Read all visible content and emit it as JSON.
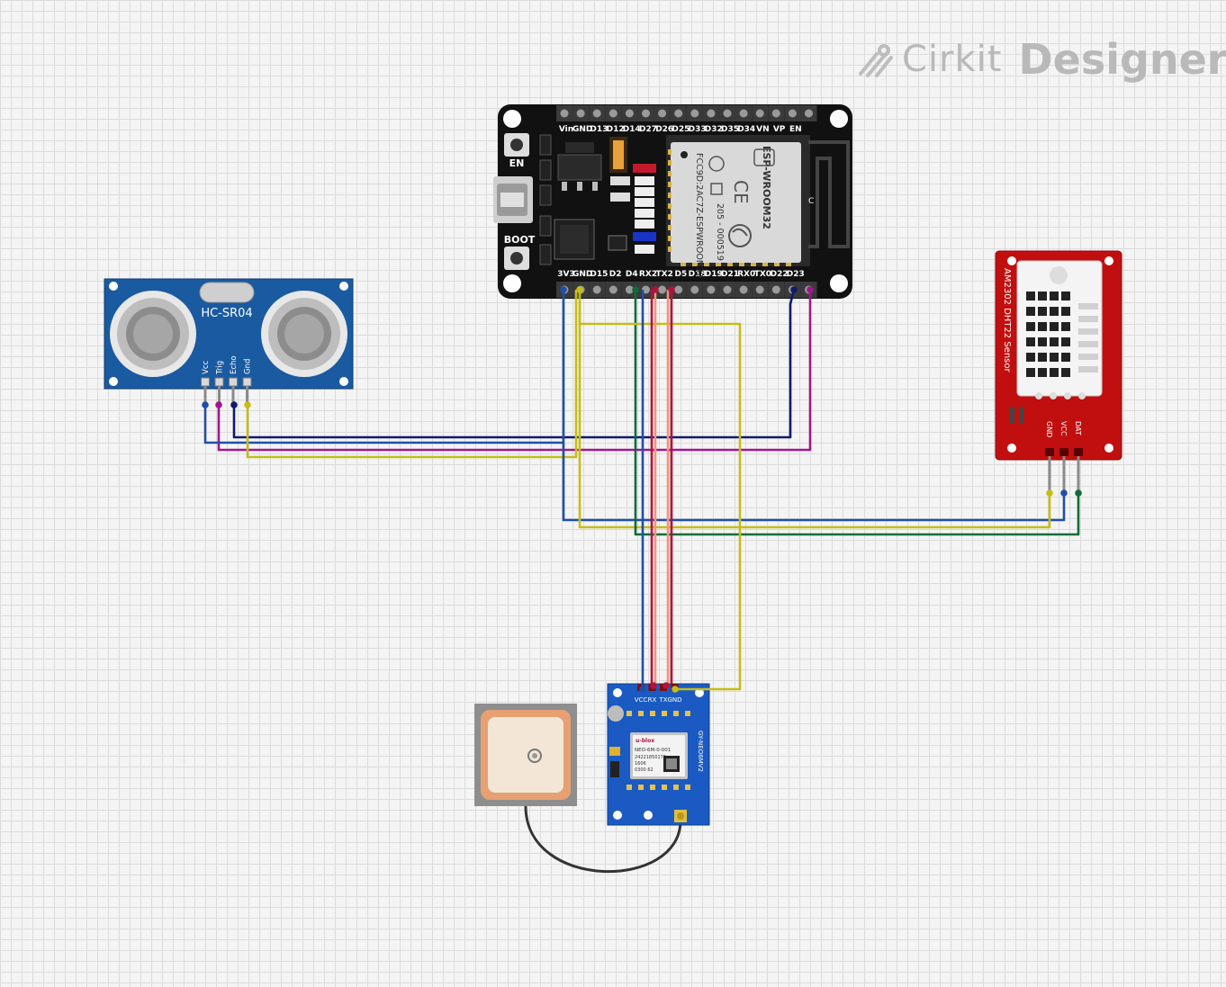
{
  "app": {
    "brand_word1": "Cirkit",
    "brand_word2": "Designer",
    "logo_icon": "cirkit-logo-icon"
  },
  "esp32": {
    "top_pins": [
      "Vin",
      "GND",
      "D13",
      "D12",
      "D14",
      "D27",
      "D26",
      "D25",
      "D33",
      "D32",
      "D35",
      "D34",
      "VN",
      "VP",
      "EN"
    ],
    "bottom_pins": [
      "3V3",
      "GND",
      "D15",
      "D2",
      "D4",
      "RX2",
      "TX2",
      "D5",
      "D18",
      "D19",
      "D21",
      "RX0",
      "TX0",
      "D22",
      "D23"
    ],
    "button_en": "EN",
    "button_boot": "BOOT",
    "module_name": "ESP-WROOM32",
    "module_fcc": "FCC9D:2AC7Z-ESPWROOM32",
    "module_code": "205 - 000519",
    "antenna_mark": "C"
  },
  "hcsr04": {
    "title": "HC-SR04",
    "pins": [
      "Vcc",
      "Trig",
      "Echo",
      "Gnd"
    ]
  },
  "dht22": {
    "title": "AM2302 DHT22 Sensor",
    "pins": [
      "GND",
      "VCC",
      "DAT"
    ]
  },
  "gps": {
    "pins": [
      "VCC",
      "RX",
      "TX",
      "GND"
    ],
    "board_name": "GY-NEO6MV2",
    "chip_brand": "u-blox",
    "chip_model": "NEO-6M-0-001",
    "chip_line1": "24221850179",
    "chip_line2": "1606",
    "chip_line3": "0300 62"
  },
  "colors": {
    "blue": "#1f4fa8",
    "navy": "#101a6e",
    "magenta": "#a0168e",
    "yellow": "#c6bd18",
    "green": "#0f6b3a",
    "salmon": "#f2947a",
    "crimson": "#b3123e",
    "board_black": "#111111",
    "hcsr04_blue": "#1a5aa0",
    "dht_red": "#c10f0f",
    "gps_blue": "#1a5ac2"
  }
}
